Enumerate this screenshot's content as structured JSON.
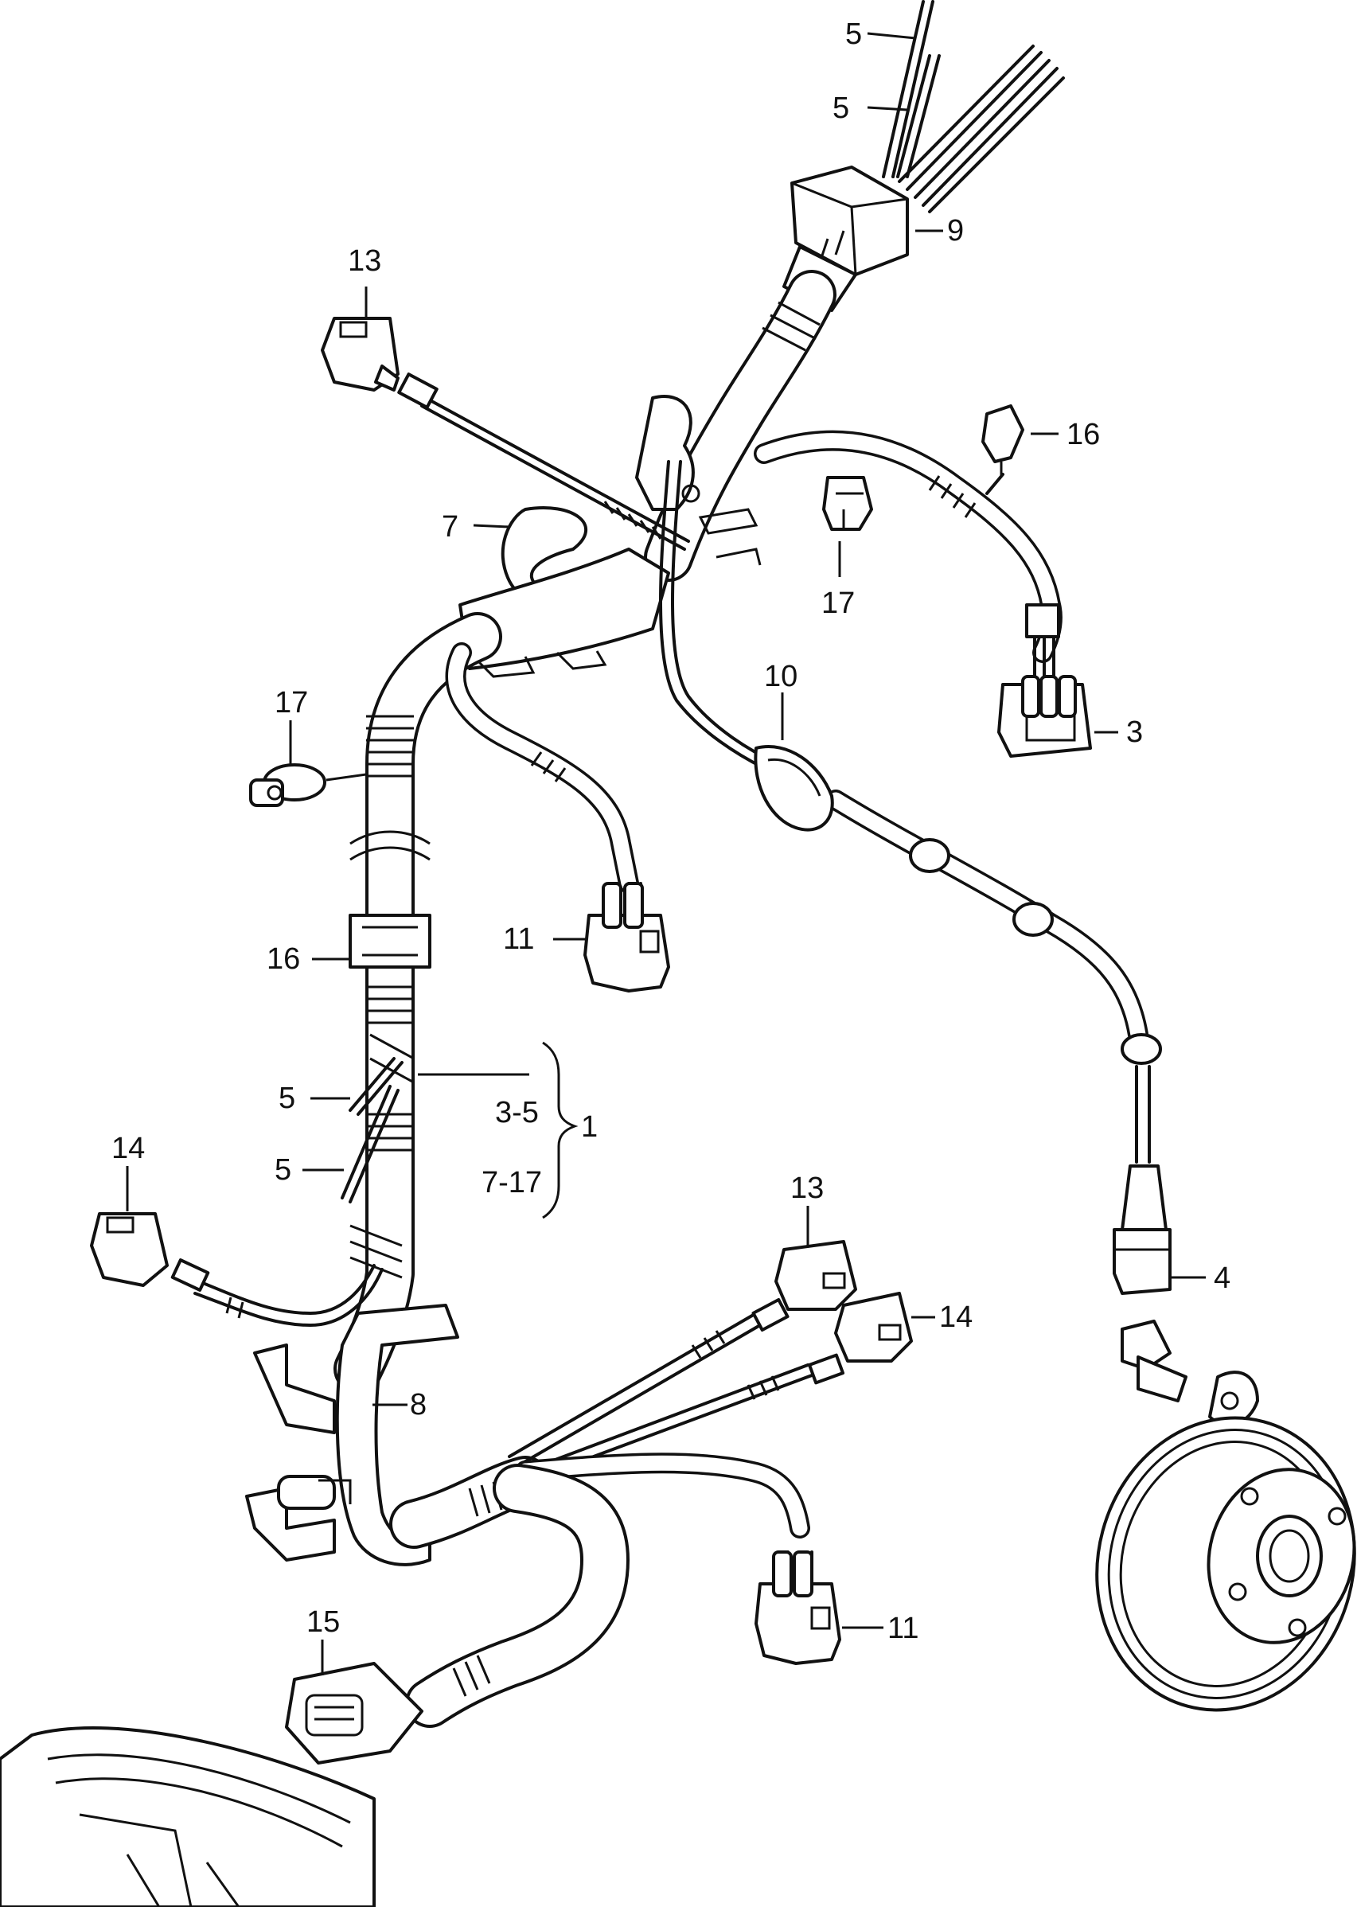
{
  "callouts": {
    "c5_top": "5",
    "c5_upper": "5",
    "c9": "9",
    "c13_top": "13",
    "c16_right": "16",
    "c7": "7",
    "c17_right": "17",
    "c10": "10",
    "c3": "3",
    "c17_left": "17",
    "c11_mid": "11",
    "c16_left": "16",
    "c5_mid": "5",
    "c5_low": "5",
    "c14_left": "14",
    "range_a": "3-5",
    "range_b": "7-17",
    "c1": "1",
    "c13_low": "13",
    "c14_right": "14",
    "c4": "4",
    "c8": "8",
    "c15": "15",
    "c11_low": "11"
  }
}
